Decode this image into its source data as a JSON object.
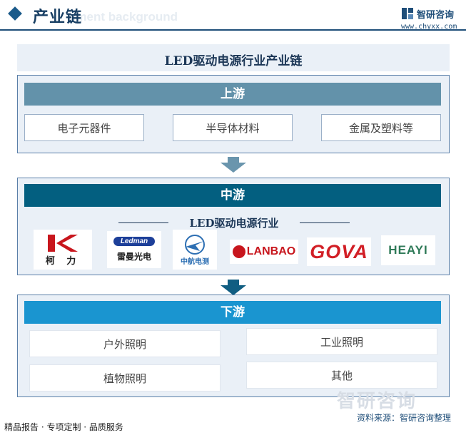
{
  "header": {
    "title": "产业链",
    "watermark_text": "pment background",
    "brand_name": "智研咨询",
    "brand_url": "www.chyxx.com"
  },
  "diagram": {
    "title": "LED驱动电源行业产业链",
    "upstream": {
      "label": "上游",
      "items": [
        "电子元器件",
        "半导体材料",
        "金属及塑料等"
      ]
    },
    "midstream": {
      "label": "中游",
      "industry_label": "LED驱动电源行业",
      "companies": [
        {
          "name": "柯力",
          "mark": "K",
          "text": "柯 力"
        },
        {
          "name": "雷曼光电",
          "mark": "Ledman",
          "text": "雷曼光电"
        },
        {
          "name": "中航电测",
          "mark": "AVIC",
          "text": "中航电测"
        },
        {
          "name": "LANBAO",
          "mark": "LANBAO"
        },
        {
          "name": "GOVA",
          "mark": "GOVA"
        },
        {
          "name": "HEAYI",
          "mark": "HEAYI"
        }
      ]
    },
    "downstream": {
      "label": "下游",
      "items": [
        "户外照明",
        "工业照明",
        "植物照明",
        "其他"
      ]
    }
  },
  "footer": {
    "left": "精品报告 · 专项定制 · 品质服务",
    "source": "资料来源：智研咨询整理",
    "watermark": "智研咨询"
  },
  "colors": {
    "upstream_bar": "#6392aa",
    "midstream_bar": "#035f80",
    "downstream_bar": "#1a95d0",
    "arrow_up": "#6a95ad",
    "arrow_down": "#105e82",
    "panel_border": "#5a7fa8",
    "panel_fill": "#eaf0f7"
  }
}
